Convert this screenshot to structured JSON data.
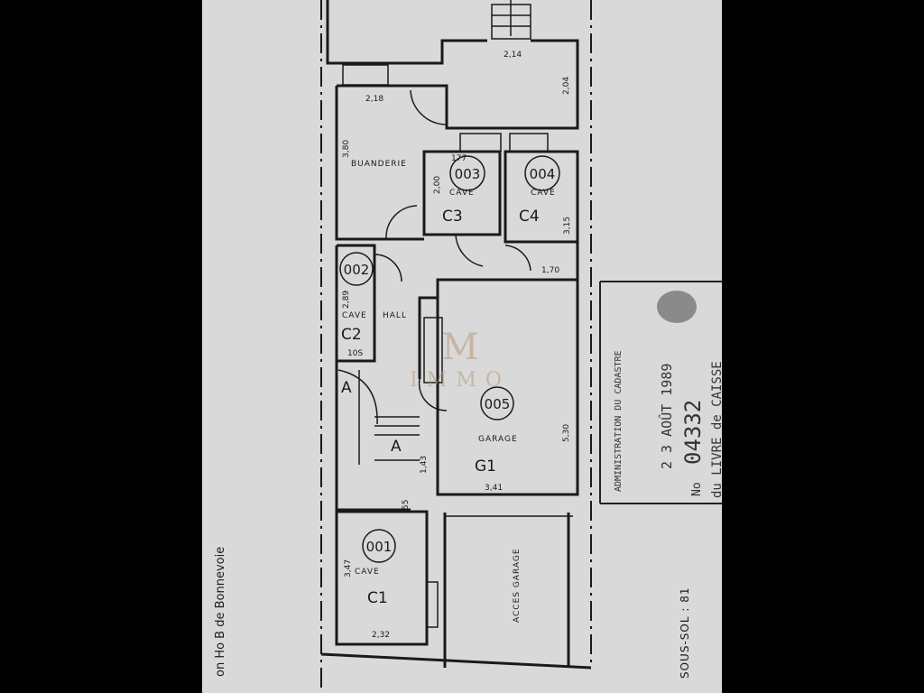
{
  "plan": {
    "level_label": "SOUS-SOL : 81",
    "street_label": "on Ho B de Bonnevoie",
    "top_room": {
      "width": "2,14",
      "depth": "2,04"
    },
    "buanderie": {
      "name": "BUANDERIE",
      "width": "2,18",
      "depth": "3,80"
    },
    "cave_c3": {
      "number": "003",
      "type": "CAVE",
      "code": "C3",
      "width": "177",
      "depth": "2,00"
    },
    "cave_c4": {
      "number": "004",
      "type": "CAVE",
      "code": "C4",
      "depth": "3,15"
    },
    "passage_width": "1,70",
    "cave_c2": {
      "number": "002",
      "type": "CAVE",
      "code": "C2",
      "depth": "2,89",
      "width": "10S"
    },
    "hall": {
      "name": "HALL"
    },
    "garage_g1": {
      "number": "005",
      "type": "GARAGE",
      "code": "G1",
      "width": "3,41",
      "depth": "5,30"
    },
    "stair_markers": [
      "A",
      "A"
    ],
    "stair_dims": [
      "1,43",
      "55"
    ],
    "cave_c1": {
      "number": "001",
      "type": "CAVE",
      "code": "C1",
      "width": "2,32",
      "depth": "3,47"
    },
    "access": "ACCES GARAGE",
    "watermark": "IMMO"
  },
  "stamp": {
    "authority": "ADMINISTRATION DU CADASTRE",
    "date": "2 3 AOÛT 1989",
    "no_label": "No",
    "number": "04332",
    "book": "du LIVRE de CAISSE"
  }
}
